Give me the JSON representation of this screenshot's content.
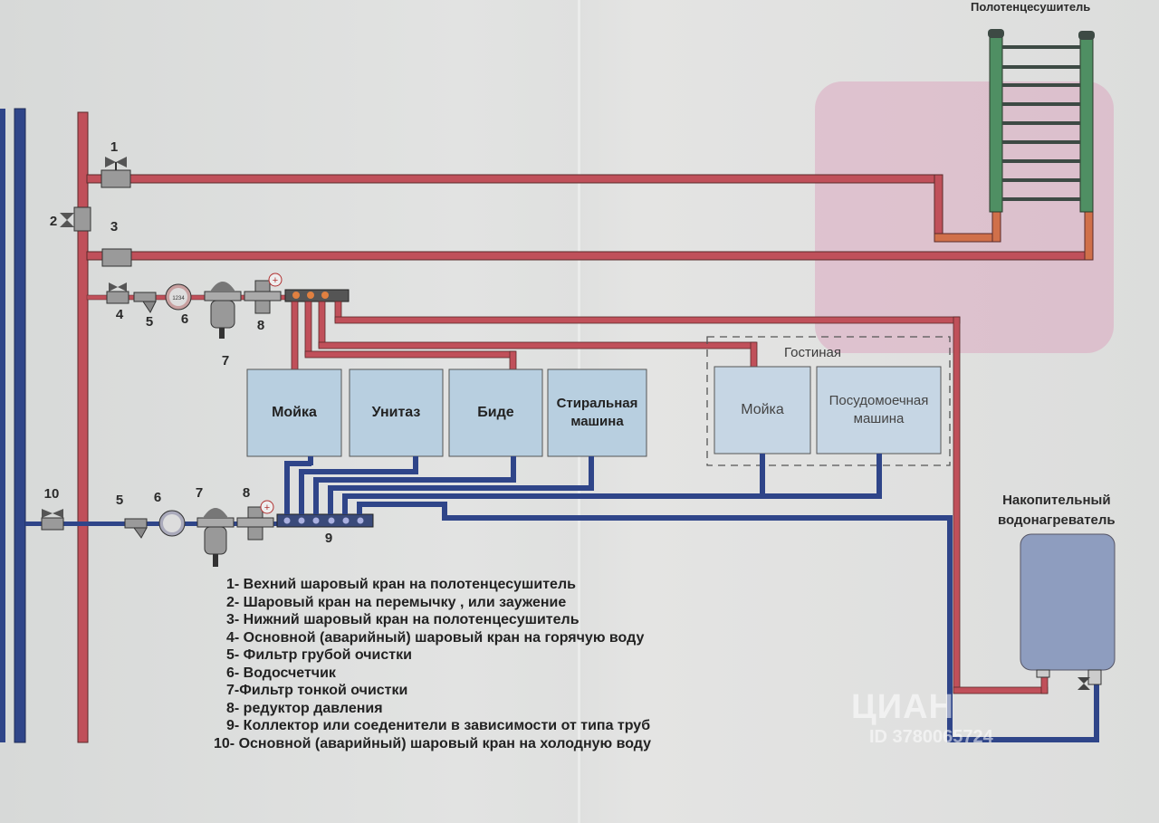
{
  "colors": {
    "hot_pipe": "#c0505a",
    "cold_pipe": "#2f4589",
    "pipe_outline": "#3a2a2a",
    "fixture_fill": "#b8cfe0",
    "towel_rail": "#4f8f63",
    "towel_pipe": "#d0704a",
    "heater_fill": "#8e9dbf"
  },
  "towel_rail": {
    "title": "Полотенцесушитель",
    "icon": "towel-rail-icon"
  },
  "water_heater": {
    "title_line1": "Накопительный",
    "title_line2": "водонагреватель",
    "icon": "water-heater-icon"
  },
  "room": {
    "title": "Гостиная"
  },
  "fixtures": [
    {
      "label": "Мойка"
    },
    {
      "label": "Унитаз"
    },
    {
      "label": "Биде"
    },
    {
      "label": "Стиральная машина"
    },
    {
      "label": "Мойка"
    },
    {
      "label": "Посудомоечная машина"
    }
  ],
  "callouts": {
    "hot": [
      "1",
      "2",
      "3",
      "4",
      "5",
      "6",
      "7",
      "8"
    ],
    "cold": [
      "10",
      "5",
      "6",
      "7",
      "8",
      "9"
    ]
  },
  "meter_reading": "1234",
  "legend": [
    "1- Вехний шаровый кран на полотенцесушитель",
    "2- Шаровый кран на перемычку , или заужение",
    "3- Нижний шаровый кран на полотенцесушитель",
    "4- Основной (аварийный) шаровый кран на горячую воду",
    "5- Фильтр грубой очистки",
    "6- Водосчетчик",
    "7-Фильтр тонкой очистки",
    "8- редуктор давления",
    "9- Коллектор или соеденители в зависимости от типа труб",
    "10- Основной (аварийный) шаровый кран на холодную воду"
  ],
  "watermark": {
    "brand": "ЦИАН",
    "id": "ID 3780065724"
  }
}
